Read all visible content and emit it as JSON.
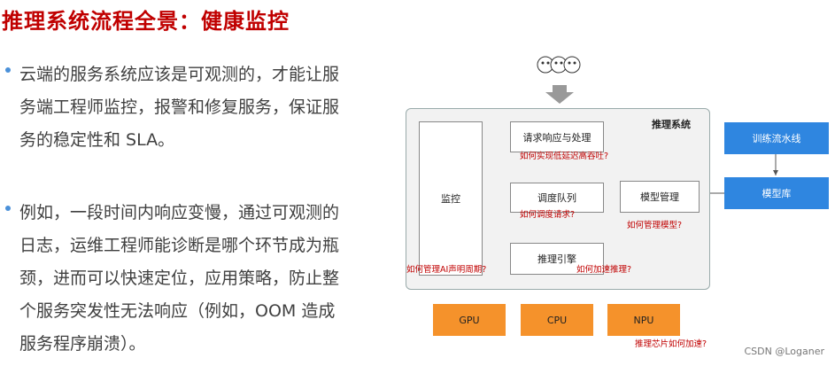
{
  "title": "推理系统流程全景：健康监控",
  "bullets": [
    "云端的服务系统应该是可观测的，才能让服务端工程师监控，报警和修复服务，保证服务的稳定性和 SLA。",
    "例如，一段时间内响应变慢，通过可观测的日志，运维工程师能诊断是哪个环节成为瓶颈，进而可以快速定位，应用策略，防止整个服务突发性无法响应（例如，OOM 造成服务程序崩溃）。"
  ],
  "diagram": {
    "system_label": "推理系统",
    "monitor": "监控",
    "request": "请求响应与处理",
    "scheduler": "调度队列",
    "engine": "推理引擎",
    "model_mgmt": "模型管理",
    "training": "训练流水线",
    "model_repo": "模型库",
    "hardware": [
      "GPU",
      "CPU",
      "NPU"
    ],
    "questions": {
      "request": "如何实现低延迟高吞吐?",
      "scheduler": "如何调度请求?",
      "model_mgmt": "如何管理模型?",
      "monitor": "如何管理AI声明周期?",
      "engine": "如何加速推理?",
      "hardware": "推理芯片如何加速?"
    }
  },
  "watermark": "CSDN @Loganer",
  "colors": {
    "title": "#c00000",
    "blue": "#2f86e0",
    "orange": "#f5922b",
    "question": "#c00000"
  }
}
